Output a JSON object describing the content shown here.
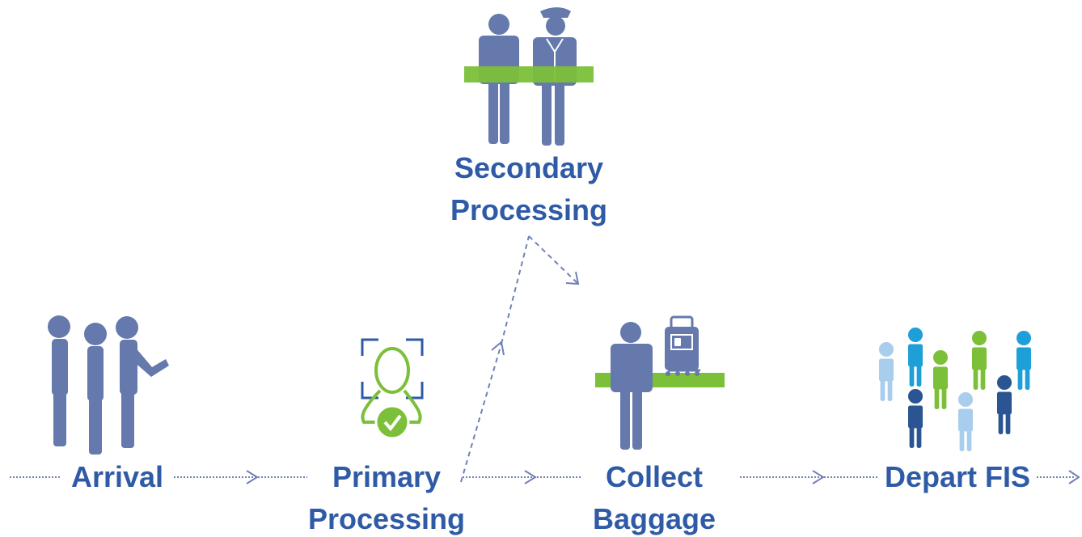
{
  "steps": {
    "arrival": "Arrival",
    "primary": {
      "line1": "Primary",
      "line2": "Processing"
    },
    "secondary": {
      "line1": "Secondary",
      "line2": "Processing"
    },
    "collect": {
      "line1": "Collect",
      "line2": "Baggage"
    },
    "depart": "Depart FIS"
  },
  "colors": {
    "label": "#2e5aa6",
    "person": "#6579ad",
    "green": "#7cc03a",
    "connector": "#7080b8",
    "light_blue": "#a9cdec",
    "cyan": "#1f9fd8",
    "navy": "#2a5592"
  }
}
